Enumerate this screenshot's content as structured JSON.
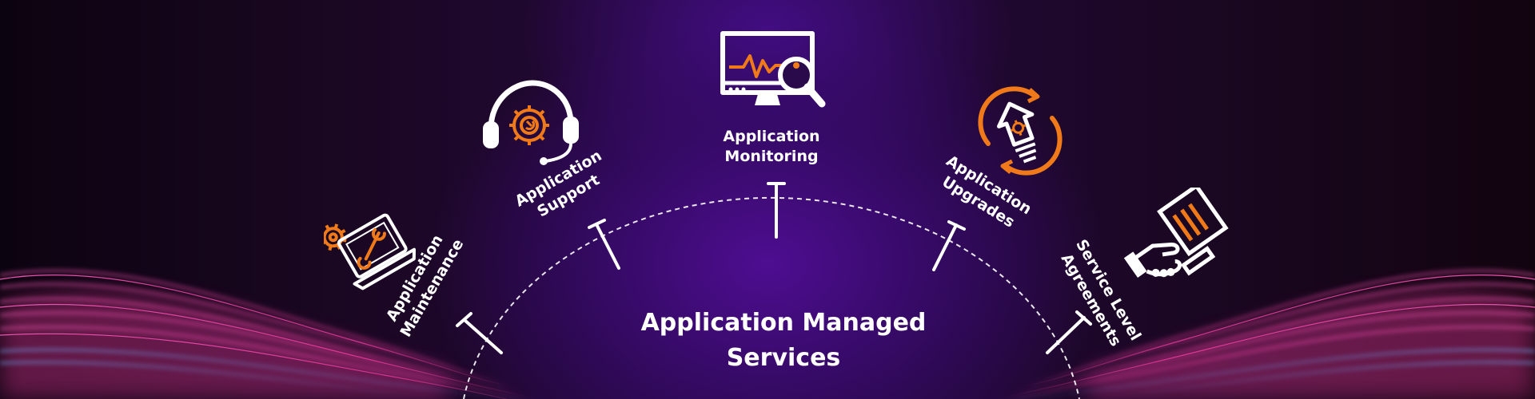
{
  "center": {
    "line1": "Application Managed",
    "line2": "Services"
  },
  "services": [
    {
      "id": "maintenance",
      "line1": "Application",
      "line2": "Maintenance",
      "icon": "laptop-wrench-gear-icon"
    },
    {
      "id": "support",
      "line1": "Application",
      "line2": "Support",
      "icon": "headset-gear-icon"
    },
    {
      "id": "monitoring",
      "line1": "Application",
      "line2": "Monitoring",
      "icon": "monitor-magnifier-icon"
    },
    {
      "id": "upgrades",
      "line1": "Application",
      "line2": "Upgrades",
      "icon": "upgrade-arrow-cycle-icon"
    },
    {
      "id": "sla",
      "line1": "Service Level",
      "line2": "Agreements",
      "icon": "handshake-document-icon"
    }
  ],
  "colors": {
    "accent": "#f07a1a",
    "text": "#ffffff",
    "background_center": "#4a0f8c",
    "wave_pink": "#ff4fb8",
    "wave_blue": "#5aa0ff"
  }
}
